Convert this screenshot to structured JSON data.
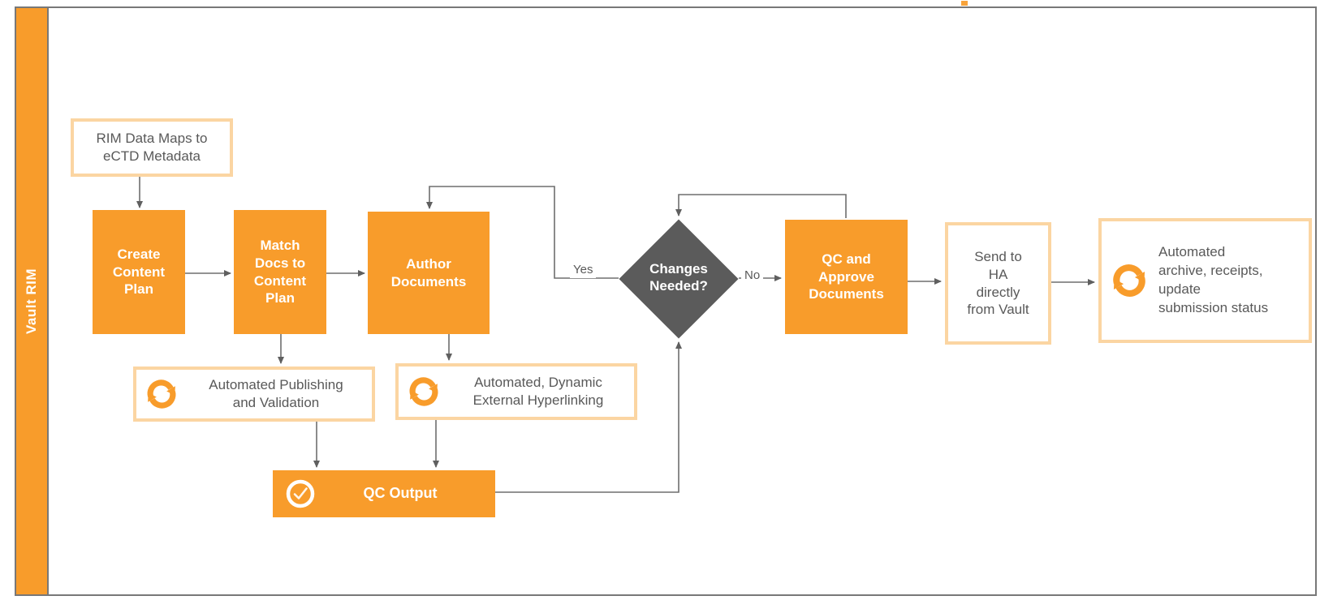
{
  "lane": {
    "title": "Vault RIM"
  },
  "edge_labels": {
    "yes": "Yes",
    "no": "No"
  },
  "nodes": {
    "rim_data_maps": {
      "label": "RIM Data Maps to\neCTD Metadata"
    },
    "create_content_plan": {
      "label": "Create\nContent\nPlan"
    },
    "match_docs": {
      "label": "Match\nDocs to\nContent\nPlan"
    },
    "author_documents": {
      "label": "Author\nDocuments"
    },
    "changes_needed": {
      "label": "Changes\nNeeded?"
    },
    "qc_approve": {
      "label": "QC and\nApprove\nDocuments"
    },
    "send_to_ha": {
      "label": "Send to\nHA\ndirectly\nfrom Vault"
    },
    "automated_publishing": {
      "label": "Automated Publishing\nand Validation",
      "icon": "sync-icon"
    },
    "automated_hyperlinking": {
      "label": "Automated, Dynamic\nExternal Hyperlinking",
      "icon": "sync-icon"
    },
    "qc_output": {
      "label": "QC Output",
      "icon": "check-circle-icon"
    },
    "automated_archive": {
      "label": "Automated\narchive, receipts,\nupdate\nsubmission status",
      "icon": "sync-icon"
    }
  },
  "colors": {
    "orange": "#F89C2B",
    "light_box_border": "#FBD5A2",
    "diamond_gray": "#5B5B5B",
    "connector_gray": "#6E6E6E",
    "text_gray": "#595959",
    "frame_border": "#787878",
    "label_text": "#FFFFFF"
  }
}
